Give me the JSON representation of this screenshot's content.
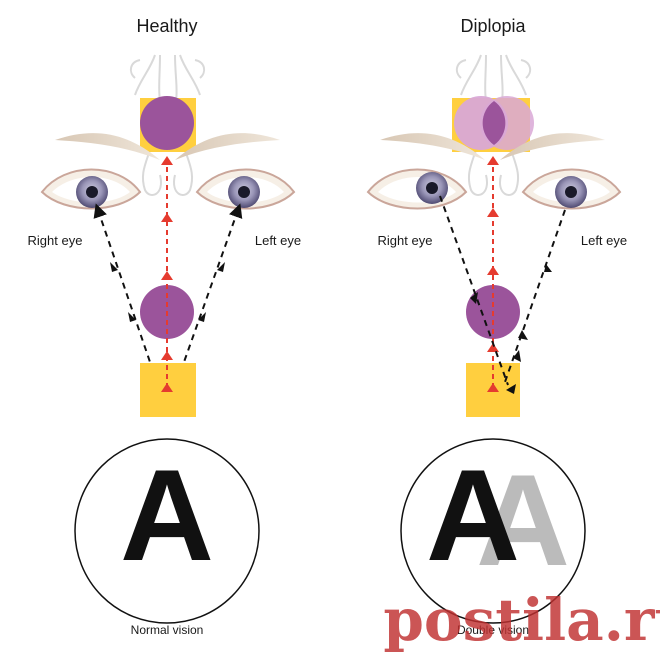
{
  "panels": {
    "healthy": {
      "title": "Healthy",
      "right_eye_label": "Right eye",
      "left_eye_label": "Left eye",
      "caption": "Normal vision",
      "letter": "A"
    },
    "diplopia": {
      "title": "Diplopia",
      "right_eye_label": "Right eye",
      "left_eye_label": "Left eye",
      "caption": "Double vision",
      "letter": "A"
    }
  },
  "watermark": {
    "text": "postila.ru"
  },
  "colors": {
    "object_square": "#ffcf3f",
    "image_circle": "#9b549b",
    "ghost_circle": "#d9a8d6",
    "optic_path": "#e53b2f",
    "letter_main": "#111111",
    "letter_ghost": "#bbbbbb",
    "iris": "#9a96b8",
    "brow": "#e2d4c3"
  },
  "icons": [
    "eye-icon",
    "brain-icon",
    "arrow-icon"
  ]
}
